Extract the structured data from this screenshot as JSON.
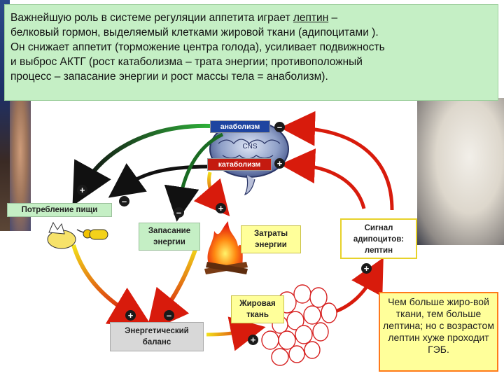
{
  "header": {
    "line1_before": "Важнейшую роль в системе регуляции аппетита играет ",
    "line1_key": "лептин",
    "line1_after": " –",
    "line2": "белковый гормон, выделяемый клетками жировой ткани (адипоцитами ).",
    "line3": "Он снижает аппетит (торможение центра голода), усиливает подвижность",
    "line4": "и выброс АКТГ (рост катаболизма – трата энергии; противоположный",
    "line5": "процесс – запасание энергии и рост массы тела = анаболизм)."
  },
  "diagram": {
    "brain_label": "CNS",
    "anabolism": "анаболизм",
    "catabolism": "катаболизм",
    "food_intake": "Потребление пищи",
    "energy_storage": "Запасание энергии",
    "energy_expenditure": "Затраты энергии",
    "adipocyte_signal": "Сигнал адипоцитов: лептин",
    "fat_tissue": "Жировая ткань",
    "energy_balance": "Энергетический баланс",
    "plus": "+",
    "minus": "–"
  },
  "note": {
    "text": "Чем больше жиро-вой ткани, тем больше лептина; но с возрастом лептин хуже проходит ГЭБ."
  },
  "colors": {
    "header_bg": "#c5efc5",
    "note_bg": "#ffff9a",
    "note_border": "#ff7a1a",
    "arrow_red": "#d81b0c",
    "arrow_green": "#1f9a2a",
    "tag_blue": "#1e44a0",
    "tag_red": "#c41a10"
  }
}
